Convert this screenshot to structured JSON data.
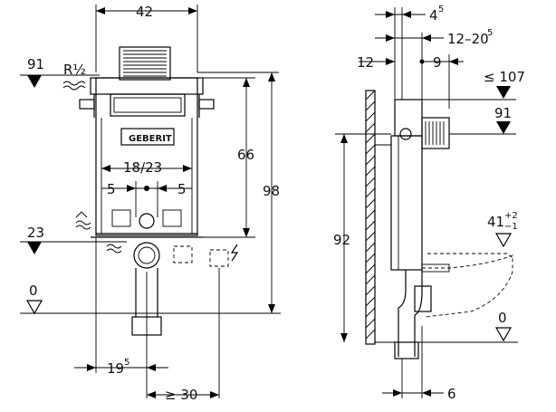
{
  "left_view": {
    "width_top": "42",
    "level_top_value": "91",
    "pipe_thread": "R½",
    "height_66": "66",
    "height_98": "98",
    "span_18_23": "18/23",
    "offset_left": "5",
    "offset_right": "5",
    "level_23": "23",
    "level_0": "0",
    "bottom_offset_base": "19",
    "bottom_offset_sup": "5",
    "bottom_min": "≥ 30",
    "brand_label": "GEBERIT"
  },
  "right_view": {
    "top_4_base": "4",
    "top_4_sup": "5",
    "range_base": "12–20",
    "range_sup": "5",
    "val_12": "12",
    "val_9": "9",
    "max_107": "≤ 107",
    "level_91": "91",
    "height_92": "92",
    "bowl_height_base": "41",
    "bowl_tol_plus": "+2",
    "bowl_tol_minus": "−1",
    "level_0": "0",
    "bottom_6": "6"
  }
}
